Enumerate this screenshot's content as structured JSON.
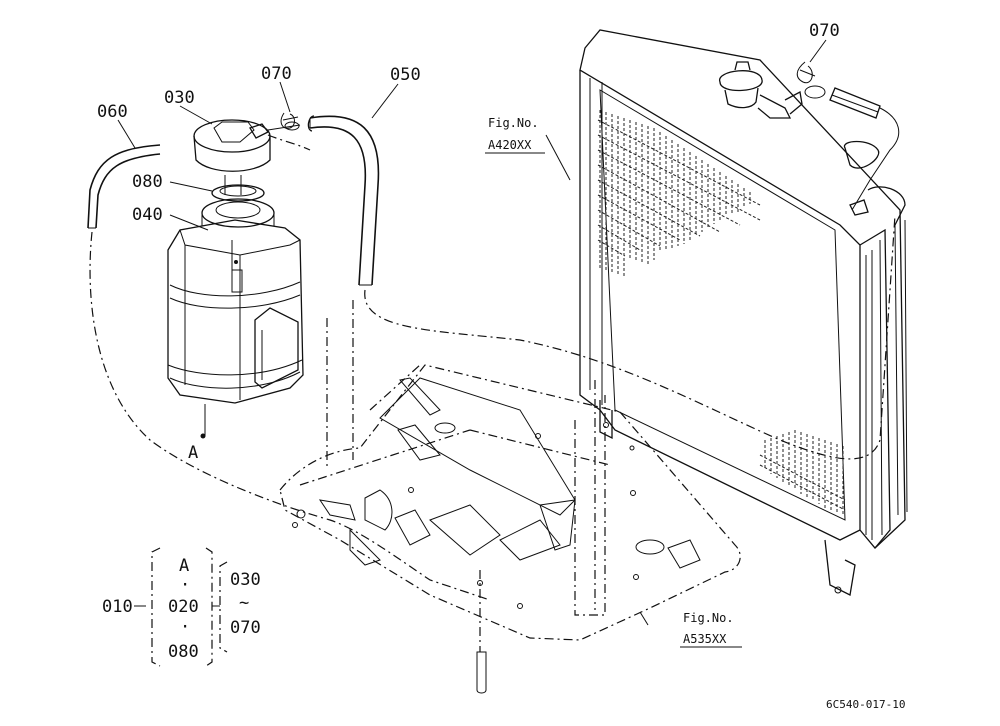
{
  "labels": {
    "hose_060": "060",
    "cap_030": "030",
    "clamp_070_left": "070",
    "hose_050": "050",
    "clamp_070_right": "070",
    "ring_080": "080",
    "tank_040": "040",
    "point_a": "A"
  },
  "figure_refs": {
    "radiator": {
      "line1": "Fig.No.",
      "line2": "A420XX"
    },
    "base_plate": {
      "line1": "Fig.No.",
      "line2": "A535XX"
    }
  },
  "assembly": {
    "assy_no": "010",
    "col_a": [
      "A",
      "·",
      "020",
      "·",
      "080"
    ],
    "col_b": [
      "030",
      "~",
      "070"
    ]
  },
  "drawing_code": "6C540-017-10"
}
